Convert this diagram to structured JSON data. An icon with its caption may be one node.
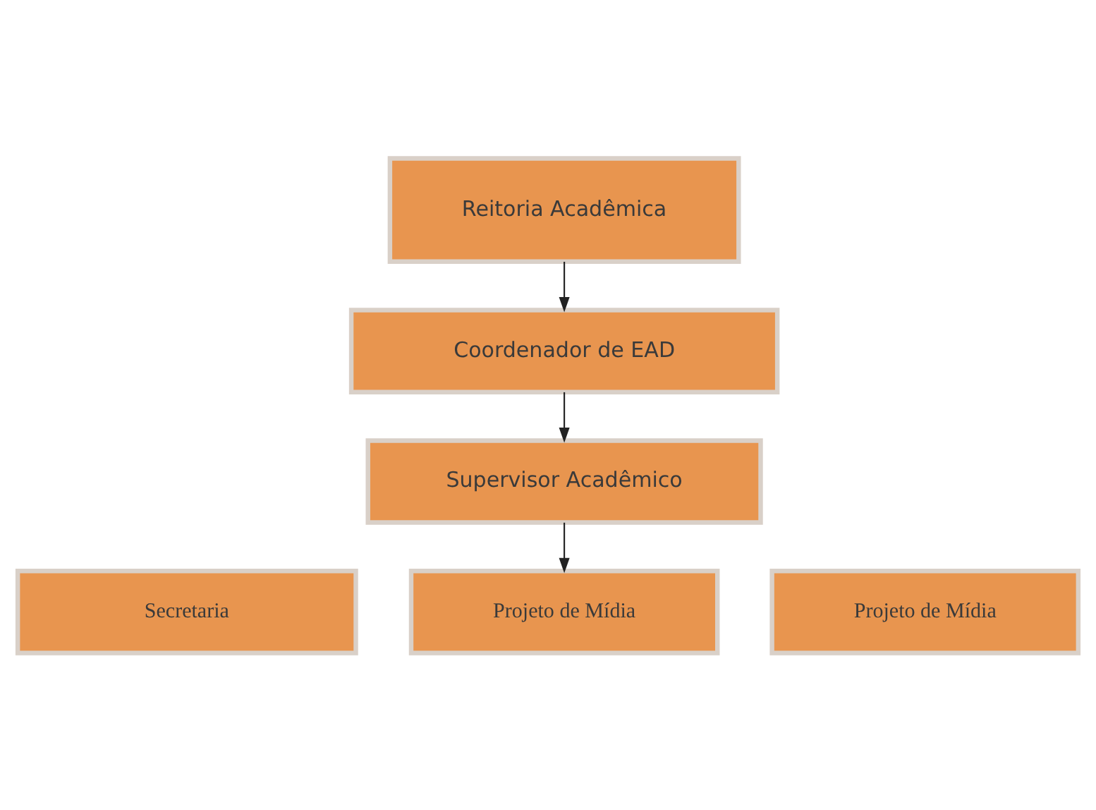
{
  "diagram": {
    "nodes": [
      {
        "text": [
          "Reitoria Acadêmica"
        ]
      },
      {
        "text": [
          "Coordenador de EAD"
        ]
      },
      {
        "text": [
          "Supervisor Acadêmico"
        ]
      },
      {
        "text": [
          "Secretaria"
        ]
      },
      {
        "text": [
          "Projeto de Mídia"
        ]
      },
      {
        "text": [
          "Projeto de Mídia"
        ]
      }
    ],
    "edges": [
      {
        "from": 0,
        "to": 1,
        "arrow": "to"
      },
      {
        "from": 1,
        "to": 2,
        "arrow": "to"
      },
      {
        "from": 2,
        "to": 4,
        "arrow": "to"
      }
    ]
  }
}
